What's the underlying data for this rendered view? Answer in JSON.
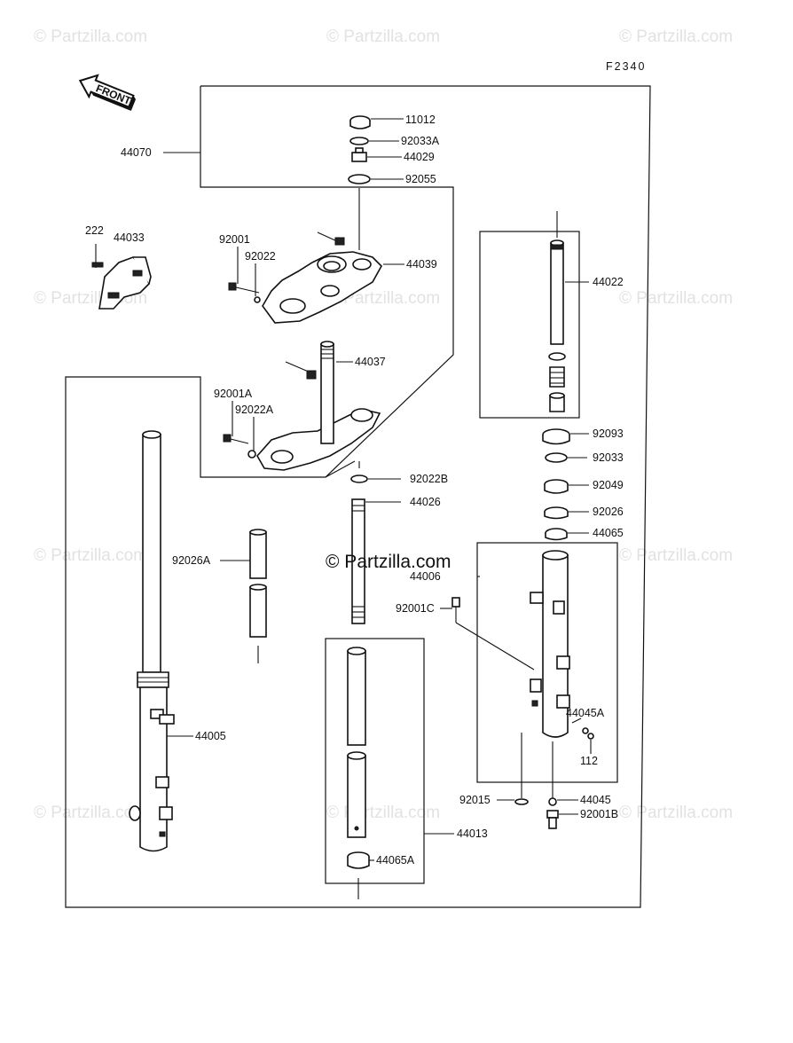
{
  "diagram_code": "F2340",
  "front_arrow_label": "FRONT",
  "watermarks": {
    "small": "© Partzilla.com",
    "center": "© Partzilla.com"
  },
  "part_numbers": {
    "p11012": "11012",
    "p92033A": "92033A",
    "p44029": "44029",
    "p92055": "92055",
    "p44070": "44070",
    "p222": "222",
    "p44033": "44033",
    "p92001": "92001",
    "p92022": "92022",
    "p44039": "44039",
    "p44022": "44022",
    "p44037": "44037",
    "p92001A": "92001A",
    "p92022A": "92022A",
    "p92093": "92093",
    "p92033": "92033",
    "p92022B": "92022B",
    "p92049": "92049",
    "p44026": "44026",
    "p92026": "92026",
    "p44065": "44065",
    "p92026A": "92026A",
    "p44006": "44006",
    "p92001C": "92001C",
    "p44005": "44005",
    "p44045A": "44045A",
    "p112": "112",
    "p92015": "92015",
    "p44045": "44045",
    "p92001B": "92001B",
    "p44013": "44013",
    "p44065A": "44065A"
  }
}
